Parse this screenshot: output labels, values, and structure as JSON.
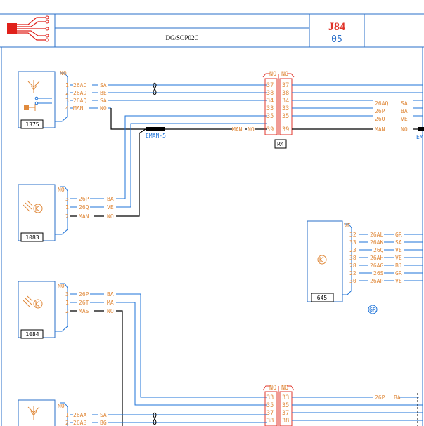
{
  "header": {
    "doc_code": "DG/SOP02C",
    "page_code": "J84",
    "page_number": "05"
  },
  "colors": {
    "frame": "#2a6fc9",
    "wire": "#1e73d8",
    "label": "#e08a3c",
    "black": "#000000",
    "connector": "#e0352b",
    "logo": "#e0201a"
  },
  "components": [
    {
      "id": "1375",
      "pins": [
        {
          "n": "NO"
        },
        {
          "n": "1",
          "w": "26AC",
          "c": "SA"
        },
        {
          "n": "2",
          "w": "26AD",
          "c": "BE"
        },
        {
          "n": "3",
          "w": "26AQ",
          "c": "SA"
        },
        {
          "n": "4",
          "w": "MAN",
          "c": "NO"
        }
      ]
    },
    {
      "id": "1083",
      "pins": [
        {
          "n": "NO"
        },
        {
          "n": "3",
          "w": "26P",
          "c": "BA"
        },
        {
          "n": "1",
          "w": "26Q",
          "c": "VE"
        },
        {
          "n": "2",
          "w": "MAN",
          "c": "NO"
        }
      ]
    },
    {
      "id": "1084",
      "pins": [
        {
          "n": "NO"
        },
        {
          "n": "3",
          "w": "26P",
          "c": "BA"
        },
        {
          "n": "1",
          "w": "26T",
          "c": "MA"
        },
        {
          "n": "2",
          "w": "MAS",
          "c": "NO"
        }
      ]
    },
    {
      "id": "645",
      "top_code": "VE",
      "bottom_code": "GR",
      "pins": [
        {
          "n": "32",
          "w": "26AL",
          "c": "GR"
        },
        {
          "n": "33",
          "w": "26AK",
          "c": "SA"
        },
        {
          "n": "23",
          "w": "26Q",
          "c": "VE"
        },
        {
          "n": "38",
          "w": "26AH",
          "c": "VE"
        },
        {
          "n": "28",
          "w": "26AG",
          "c": "BJ"
        },
        {
          "n": "22",
          "w": "26S",
          "c": "GR"
        },
        {
          "n": "30",
          "w": "26AP",
          "c": "VE"
        }
      ]
    }
  ],
  "bottom_component": {
    "pins": [
      {
        "n": "NO"
      },
      {
        "n": "1",
        "w": "26AA",
        "c": "SA"
      },
      {
        "n": "2",
        "w": "26AB",
        "c": "BG"
      }
    ]
  },
  "connectors": {
    "r4": {
      "label": "R4",
      "head_left": "NO",
      "head_right": "NO",
      "left_pins": [
        "37",
        "38",
        "34",
        "33",
        "35",
        "39"
      ],
      "right_pins": [
        "37",
        "38",
        "34",
        "33",
        "35",
        "39"
      ]
    },
    "r_bottom": {
      "head_left": "NO",
      "head_right": "NO",
      "left_pins": [
        "33",
        "35",
        "37",
        "38"
      ],
      "right_pins": [
        "33",
        "35",
        "37",
        "38"
      ]
    }
  },
  "wire_labels": {
    "eman_left": "EMAN-5",
    "eman_right": "EM",
    "man_in": "MAN",
    "man_in_color": "NO",
    "right_bundle": [
      {
        "w": "26AQ",
        "c": "SA"
      },
      {
        "w": "26P",
        "c": "BA"
      },
      {
        "w": "26Q",
        "c": "VE"
      },
      {
        "w": "MAN",
        "c": "NO"
      }
    ],
    "bottom_right": {
      "w": "26P",
      "c": "BA"
    }
  }
}
